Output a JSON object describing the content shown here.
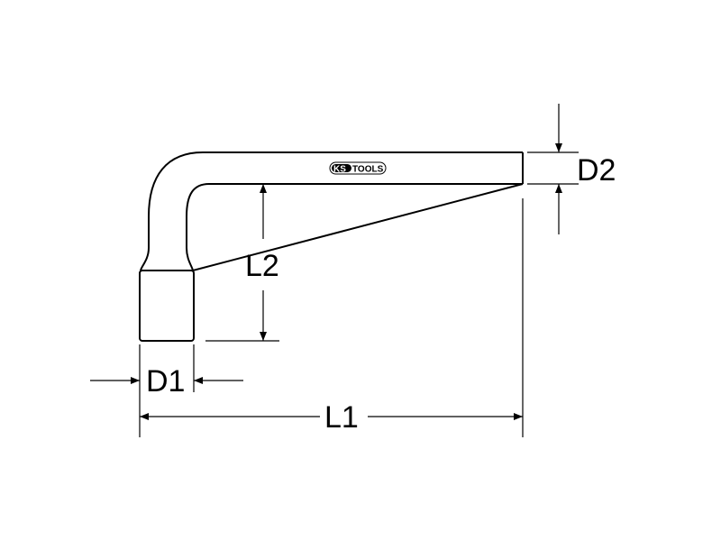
{
  "logo": {
    "brand_ks": "KS",
    "brand_tools": "TOOLS"
  },
  "dimensions": {
    "d1": "D1",
    "d2": "D2",
    "l1": "L1",
    "l2": "L2"
  },
  "colors": {
    "line": "#000000",
    "background": "#ffffff"
  }
}
